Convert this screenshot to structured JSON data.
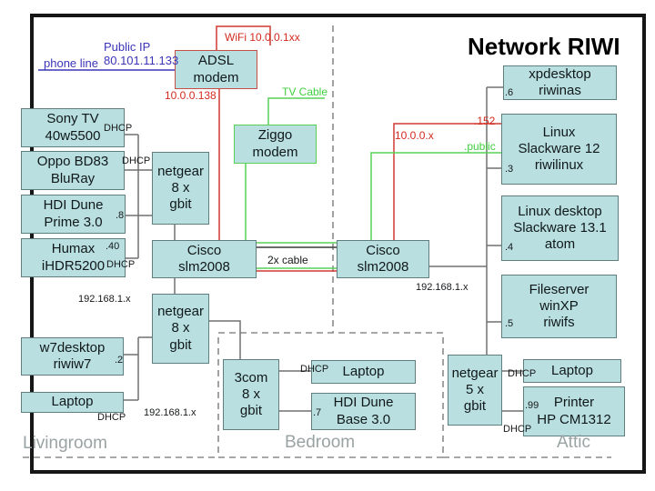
{
  "title": "Network RIWI",
  "rooms": {
    "livingroom": "Livingroom",
    "bedroom": "Bedroom",
    "attic": "Attic"
  },
  "nodes": {
    "adsl_modem": "ADSL\nmodem",
    "ziggo_modem": "Ziggo\nmodem",
    "sony_tv": "Sony TV\n40w5500",
    "oppo_bluray": "Oppo BD83\nBluRay",
    "hdi_dune_prime": "HDI Dune\nPrime 3.0",
    "humax": "Humax\niHDR5200",
    "netgear_8_living_top": "netgear\n8 x\ngbit",
    "cisco_left": "Cisco\nslm2008",
    "cisco_right": "Cisco\nslm2008",
    "netgear_8_living_bottom": "netgear\n8 x\ngbit",
    "w7desktop": "w7desktop\nriwiw7",
    "laptop_living": "Laptop",
    "switch_3com": "3com\n8 x\ngbit",
    "laptop_bedroom": "Laptop",
    "hdi_dune_base": "HDI Dune\nBase 3.0",
    "netgear_5_attic": "netgear\n5 x\ngbit",
    "laptop_attic": "Laptop",
    "printer": "Printer\nHP CM1312",
    "xpdesktop": "xpdesktop\nriwinas",
    "linux_slackware12": "Linux\nSlackware 12\nriwilinux",
    "linux_desktop_atom": "Linux desktop\nSlackware 13.1\natom",
    "fileserver": "Fileserver\nwinXP\nriwifs"
  },
  "labels": {
    "phone_line": "phone line",
    "public_ip": "Public IP",
    "public_ip_value": "80.101.11.133",
    "wifi": "WiFi 10.0.0.1xx",
    "adsl_lan_ip": "10.0.0.138",
    "tv_cable": "TV Cable",
    "cable_2x": "2x cable",
    "modem_net": "10.0.0.x",
    "ip_152": ".152",
    "ip_public": ".public",
    "lan": "192.168.1.x",
    "dhcp": "DHCP"
  },
  "ports": {
    "hdi_prime": ".8",
    "humax": ".40",
    "w7desktop": ".2",
    "hdi_base": ".7",
    "xpdesktop": ".6",
    "riwilinux": ".3",
    "atom": ".4",
    "riwifs": ".5",
    "printer": ".99"
  },
  "colors": {
    "box_fill": "#b9dfe0",
    "box_border": "#5e7e80",
    "adsl_border": "#c25048",
    "ziggo_border": "#58d058",
    "red_line": "#cf3a30",
    "green_line": "#58d058",
    "blue_text": "#3b35b8",
    "room_text": "#9aa3a3"
  }
}
